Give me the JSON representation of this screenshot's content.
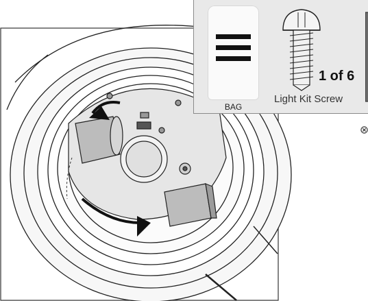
{
  "callout": {
    "bag_label": "BAG",
    "count_label": "1 of 6",
    "part_label": "Light Kit Screw"
  },
  "icons": [
    "screw-icon",
    "bag-icon",
    "screwdriver-icon",
    "circle-x-icon"
  ]
}
